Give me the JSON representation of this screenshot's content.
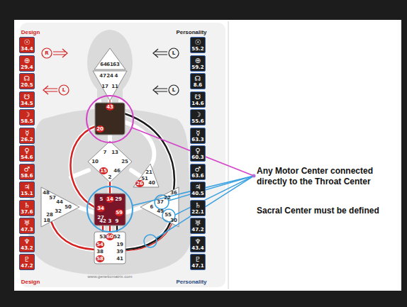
{
  "diagram": {
    "nodes": [
      {
        "text": [
          "☉",
          "34.4"
        ]
      },
      {
        "text": [
          "⊕",
          "29.4"
        ]
      },
      {
        "text": [
          "☊",
          "20.5"
        ]
      },
      {
        "text": [
          "☋",
          "34.5"
        ]
      },
      {
        "text": [
          "☽",
          "58.5"
        ]
      },
      {
        "text": [
          "☿",
          "26.2"
        ]
      },
      {
        "text": [
          "♀",
          "54.6"
        ]
      },
      {
        "text": [
          "♂",
          "58.6"
        ]
      },
      {
        "text": [
          "♃",
          "15.1"
        ]
      },
      {
        "text": [
          "♄",
          "37.6"
        ]
      },
      {
        "text": [
          "♅",
          "47.3"
        ]
      },
      {
        "text": [
          "♆",
          "43.2"
        ]
      },
      {
        "text": [
          "♇",
          "47.2"
        ]
      },
      {
        "text": [
          "☉",
          "55.2"
        ]
      },
      {
        "text": [
          "⊕",
          "59.2"
        ]
      },
      {
        "text": [
          "☊",
          "8.6"
        ]
      },
      {
        "text": [
          "☋",
          "14.6"
        ]
      },
      {
        "text": [
          "☽",
          "55.6"
        ]
      },
      {
        "text": [
          "☿",
          "63.3"
        ]
      },
      {
        "text": [
          "♀",
          "60.3"
        ]
      },
      {
        "text": [
          "♂",
          "63.6"
        ]
      },
      {
        "text": [
          "♃",
          "40.5"
        ]
      },
      {
        "text": [
          "♄",
          "22.1"
        ]
      },
      {
        "text": [
          "♅",
          "47.2"
        ]
      },
      {
        "text": [
          "♆",
          "43.4"
        ]
      },
      {
        "text": [
          "♇",
          "47.1"
        ]
      }
    ],
    "labels": [
      "Design",
      "Personality",
      "R",
      "L",
      "L",
      "L",
      "64",
      "61",
      "63",
      "47",
      "24",
      "4",
      "17",
      "11",
      "43",
      "20",
      "7",
      "13",
      "10",
      "25",
      "15",
      "46",
      "2",
      "21",
      "51",
      "26",
      "40",
      "48",
      "57",
      "44",
      "50",
      "32",
      "28",
      "18",
      "36",
      "22",
      "37",
      "6",
      "49",
      "55",
      "30",
      "5",
      "14",
      "29",
      "34",
      "27",
      "59",
      "42",
      "3",
      "9",
      "53",
      "60",
      "52",
      "54",
      "19",
      "38",
      "39",
      "58",
      "41",
      "Design",
      "Personality",
      "www.geneticmatrix.com",
      "Any Motor Center connected directly to the Throat Center",
      "Sacral Center must be defined"
    ]
  }
}
